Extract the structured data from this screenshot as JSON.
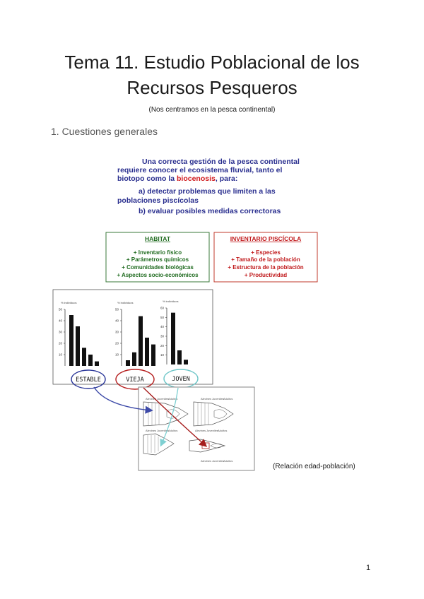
{
  "document": {
    "title_line1": "Tema 11. Estudio Poblacional de los",
    "title_line2": "Recursos Pesqueros",
    "subtitle": "(Nos centramos en la pesca continental)",
    "section_heading": "1. Cuestiones generales",
    "caption": "(Relación edad-población)",
    "page_number": "1"
  },
  "figure": {
    "intro_line1": "Una correcta gestión de la pesca continental",
    "intro_line2a": "requiere  conocer el ecosistema fluvial, tanto el",
    "intro_line3a": "biotopo como la ",
    "intro_line3b": "biocenosis",
    "intro_line3c": ", para:",
    "intro_line4": "a) detectar problemas que limiten a las",
    "intro_line5": "poblaciones piscícolas",
    "intro_line6": "b) evaluar posibles medidas correctoras",
    "habitat": {
      "title": "HABITAT",
      "items": [
        "+ Inventario físico",
        "+ Parámetros químicos",
        "+ Comunidades biológicas",
        "+ Aspectos socio-económicos"
      ]
    },
    "inventario": {
      "title": "INVENTARIO PISCÍCOLA",
      "items": [
        "+ Especies",
        "+ Tamaño de la población",
        "+ Estructura de la población",
        "+ Productividad"
      ]
    },
    "histogram_ylabel": "% individuos",
    "labels": {
      "estable": "ESTABLE",
      "vieja": "VIEJA",
      "joven": "JOVEN"
    },
    "pyramid_labels": [
      "Alevines",
      "Juveniles",
      "Adultos"
    ],
    "colors": {
      "intro": "#2a2f8f",
      "biocenosis": "#d0181b",
      "habitat": "#1f6b1f",
      "inventario": "#c0181a",
      "estable": "#2b3799",
      "vieja": "#b51e1e",
      "joven": "#6ec6c8"
    }
  },
  "chart_data": [
    {
      "type": "bar",
      "label": "ESTABLE",
      "values": [
        45,
        35,
        16,
        10,
        4
      ],
      "ylim": [
        0,
        50
      ],
      "yticks": [
        "50",
        "40",
        "30",
        "20",
        "10"
      ]
    },
    {
      "type": "bar",
      "label": "VIEJA",
      "values": [
        5,
        12,
        44,
        25,
        19
      ],
      "ylim": [
        0,
        50
      ],
      "yticks": [
        "50",
        "40",
        "30",
        "20",
        "10"
      ]
    },
    {
      "type": "bar",
      "label": "JOVEN",
      "values": [
        55,
        15,
        5
      ],
      "ylim": [
        0,
        60
      ],
      "yticks": [
        "60",
        "50",
        "40",
        "30",
        "20",
        "10"
      ]
    }
  ]
}
